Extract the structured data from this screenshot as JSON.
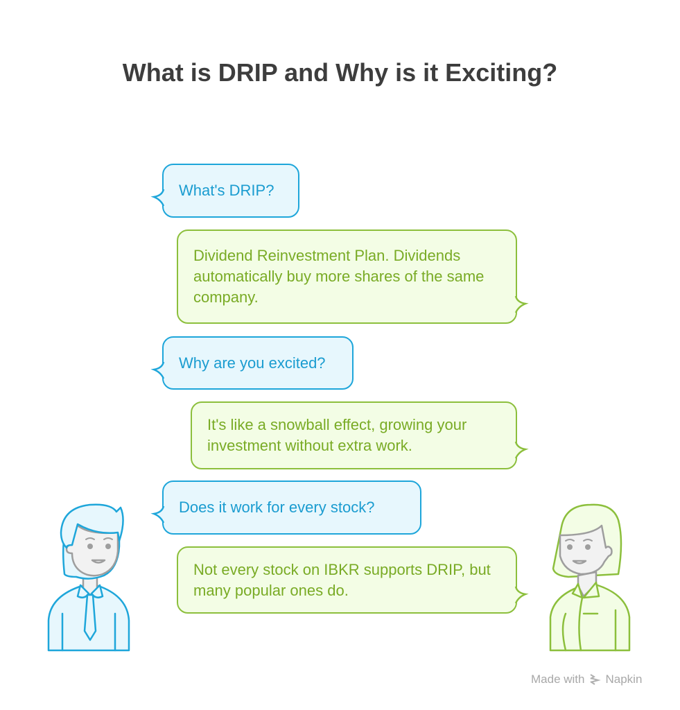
{
  "title": "What is DRIP and Why is it Exciting?",
  "messages": [
    {
      "speaker": "man",
      "text": "What's DRIP?"
    },
    {
      "speaker": "woman",
      "text": "Dividend Reinvestment Plan. Dividends automatically buy more shares of the same company."
    },
    {
      "speaker": "man",
      "text": "Why are you excited?"
    },
    {
      "speaker": "woman",
      "text": "It's like a snowball effect, growing your investment without extra work."
    },
    {
      "speaker": "man",
      "text": "Does it work for every stock?"
    },
    {
      "speaker": "woman",
      "text": "Not every stock on IBKR supports DRIP, but many popular ones do."
    }
  ],
  "credit": {
    "prefix": "Made with",
    "brand": "Napkin"
  },
  "colors": {
    "question_stroke": "#1ea6da",
    "question_fill": "#e7f7fd",
    "answer_stroke": "#8cbf3c",
    "answer_fill": "#f3fde5"
  }
}
